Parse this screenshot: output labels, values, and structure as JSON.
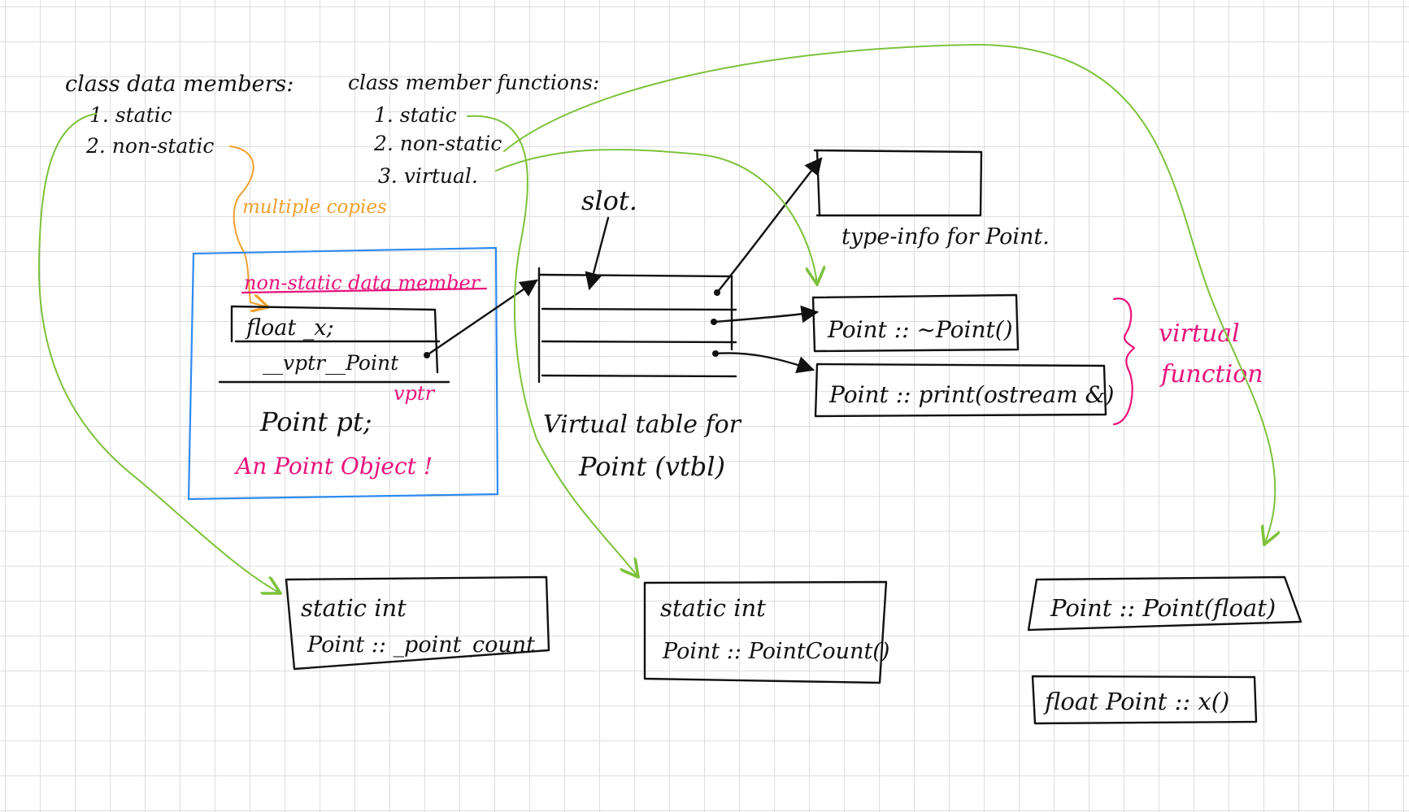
{
  "labels": {
    "data_members_header": "class data members:",
    "data_static": "1. static",
    "data_nonstatic": "2. non-static",
    "func_header": "class member functions:",
    "func_static": "1. static",
    "func_nonstatic": "2. non-static",
    "func_virtual": "3. virtual.",
    "multiple_copies": "multiple copies",
    "nonstatic_member": "non-static data member",
    "float_x": "float _x;",
    "vptr_point": "__vptr__Point",
    "vptr": "vptr",
    "point_pt": "Point pt;",
    "point_object": "An Point Object !",
    "slot": "slot.",
    "vtable_title_1": "Virtual table for",
    "vtable_title_2": "Point (vtbl)",
    "typeinfo": "type-info for Point.",
    "dtor": "Point :: ~Point()",
    "print": "Point :: print(ostream &)",
    "virtual_label_1": "virtual",
    "virtual_label_2": "function",
    "static_member": "static int",
    "static_member_2": "Point :: _point_count",
    "static_func": "static int",
    "static_func_2": "Point :: PointCount()",
    "ctor": "Point :: Point(float)",
    "getter": "float Point :: x()"
  },
  "colors": {
    "ink": "#111111",
    "green_arrow": "#7dc23c",
    "orange_arrow": "#f0a030",
    "object_box": "#2f8bef",
    "highlight": "#e8127c",
    "grid": "#dedede"
  }
}
